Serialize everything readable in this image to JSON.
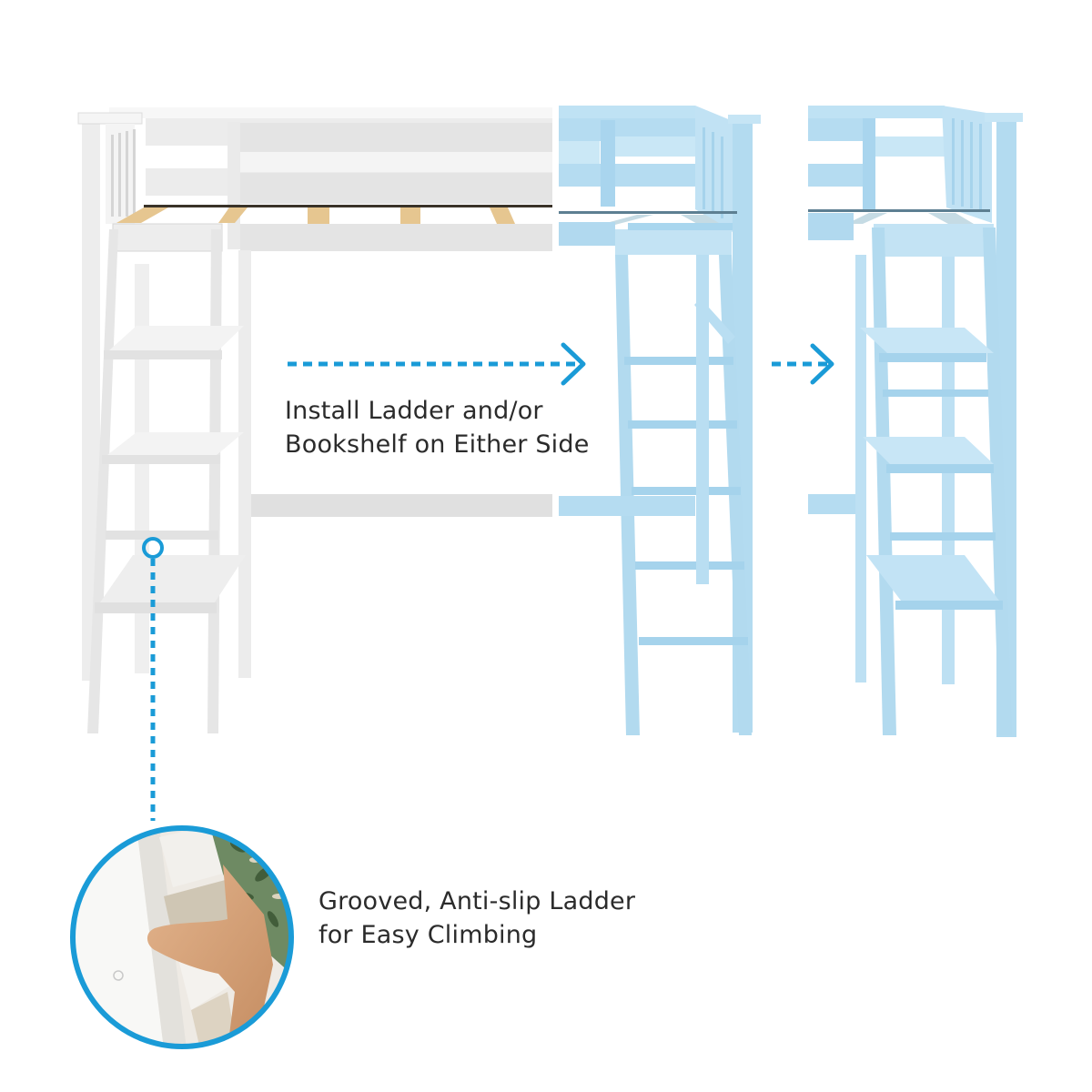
{
  "infographic": {
    "captions": {
      "install": {
        "line1": "Install Ladder and/or",
        "line2": "Bookshelf on Either Side"
      },
      "ladder": {
        "line1": "Grooved, Anti-slip Ladder",
        "line2": "for Easy Climbing"
      }
    },
    "colors": {
      "accent_blue": "#1a9bd7",
      "white_frame": "#f3f3f3",
      "white_frame_shade": "#d9d9d9",
      "blue_frame": "#b9dff2",
      "blue_frame_shade": "#9ccde8",
      "wood_slat": "#e6c690",
      "text": "#2b2b2b"
    },
    "panels": [
      {
        "name": "white loft bed with bookshelf ladder",
        "color": "white"
      },
      {
        "name": "blue loft bed with ladder on right side",
        "color": "blue"
      },
      {
        "name": "blue loft bed with bookshelf ladder on right side",
        "color": "blue"
      }
    ],
    "arrows": [
      {
        "name": "long dotted arrow",
        "direction": "right"
      },
      {
        "name": "short dotted arrow",
        "direction": "right"
      }
    ],
    "callout": {
      "name": "ladder detail close-up",
      "shape": "circle"
    }
  }
}
